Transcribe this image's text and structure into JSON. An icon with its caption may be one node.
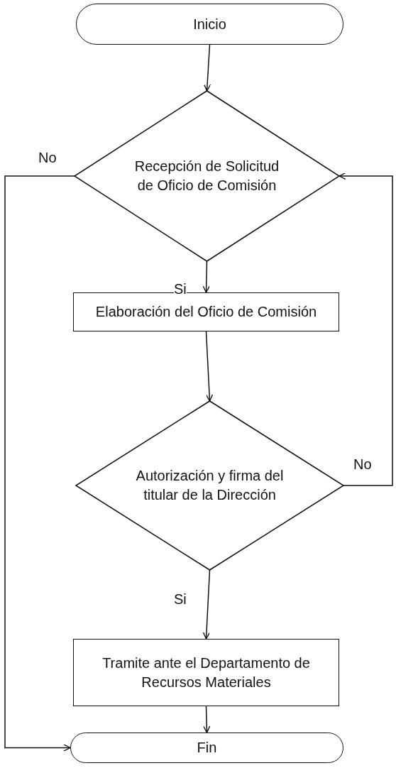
{
  "diagram": {
    "nodes": [
      {
        "text": [
          "Inicio"
        ]
      },
      {
        "text": [
          "Recepción de Solicitud de Oficio de Comisión"
        ]
      },
      {
        "text": [
          "Elaboración del Oficio de Comisión"
        ]
      },
      {
        "text": [
          "Autorización y firma del titular de la Dirección"
        ]
      },
      {
        "text": [
          "Tramite ante el Departamento de Recursos Materiales"
        ]
      },
      {
        "text": [
          "Fin"
        ]
      }
    ],
    "edges": [
      {
        "from": 0,
        "to": 1,
        "arrow": "to"
      },
      {
        "from": 1,
        "to": 2,
        "arrow": "to",
        "label": "Si"
      },
      {
        "from": 2,
        "to": 3,
        "arrow": "to"
      },
      {
        "from": 3,
        "to": 4,
        "arrow": "to",
        "label": "Si"
      },
      {
        "from": 4,
        "to": 5,
        "arrow": "to"
      },
      {
        "from": 1,
        "to": 5,
        "arrow": "to",
        "label": "No"
      },
      {
        "from": 3,
        "to": 1,
        "arrow": "to",
        "label": "No"
      }
    ]
  }
}
